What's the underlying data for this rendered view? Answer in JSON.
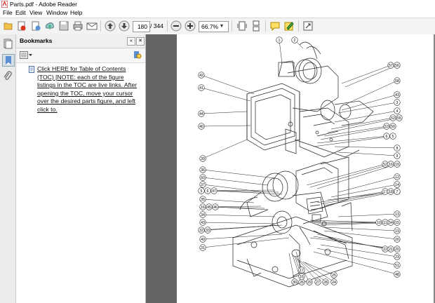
{
  "window": {
    "title": "Parts.pdf - Adobe Reader"
  },
  "menu": {
    "items": [
      "File",
      "Edit",
      "View",
      "Window",
      "Help"
    ]
  },
  "toolbar": {
    "page_current": "180",
    "page_total": "/ 344",
    "zoom": "66.7%",
    "icons": [
      "open-icon",
      "create-pdf-icon",
      "print-share-icon",
      "upload-icon",
      "save-icon",
      "print-icon",
      "email-icon",
      "previous-page-icon",
      "next-page-icon",
      "zoom-out-icon",
      "zoom-in-icon",
      "fit-page-icon",
      "scroll-mode-icon",
      "comment-icon",
      "sign-icon",
      "expand-icon"
    ]
  },
  "bookmarks_panel": {
    "title": "Bookmarks",
    "item": "Click HERE for Table of Contents (TOC) [NOTE: each of the figure listings in the TOC are live links. After opening the TOC, move your cursor over the desired parts figure, and left click to."
  },
  "diagram": {
    "callouts_top": [
      "1",
      "2",
      "57",
      "56",
      "42",
      "41",
      "58",
      "43",
      "3",
      "4",
      "44",
      "52",
      "55",
      "40",
      "53",
      "50",
      "39",
      "6",
      "5",
      "8",
      "9"
    ],
    "callouts_bottom": [
      "36",
      "52",
      "16",
      "10",
      "60",
      "12",
      "37",
      "14",
      "15",
      "5",
      "6",
      "47",
      "17",
      "18",
      "7",
      "35",
      "16",
      "45",
      "46",
      "13",
      "34",
      "10",
      "11",
      "54",
      "15",
      "43",
      "19",
      "32",
      "33",
      "20",
      "49",
      "22",
      "21",
      "20",
      "31",
      "23",
      "51",
      "17",
      "48",
      "30",
      "26",
      "29",
      "27",
      "28",
      "24",
      "25",
      "16"
    ]
  }
}
